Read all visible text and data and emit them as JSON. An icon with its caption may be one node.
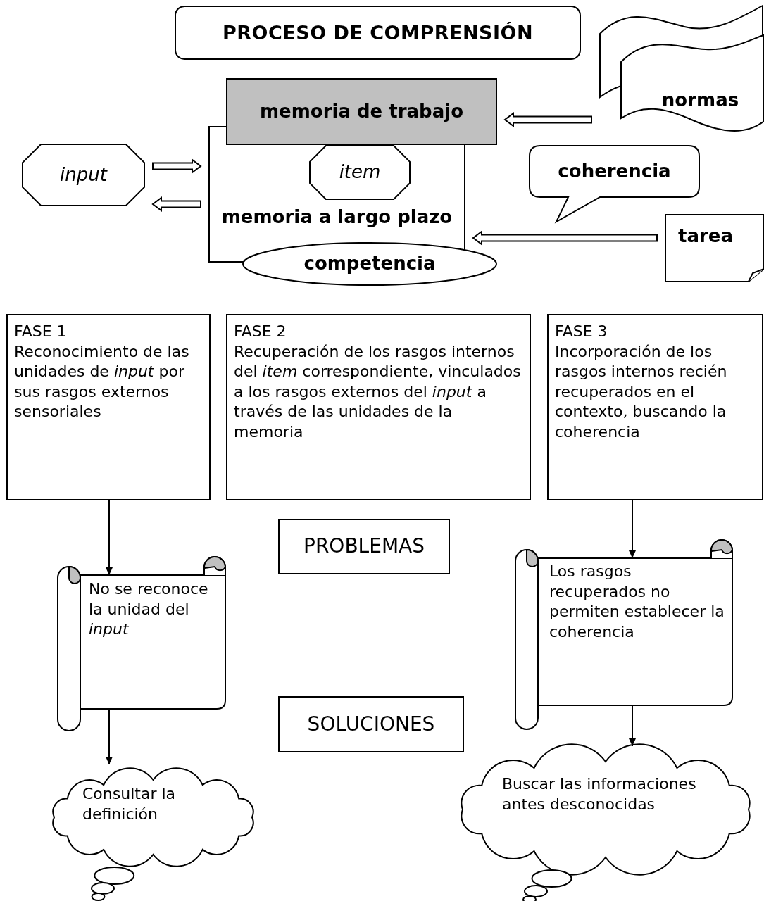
{
  "diagram": {
    "title": "PROCESO DE COMPRENSIÓN",
    "nodes": [
      {
        "text": [
          "input"
        ]
      },
      {
        "text": [
          "memoria a largo plazo"
        ]
      },
      {
        "text": [
          "memoria de trabajo"
        ]
      },
      {
        "text": [
          "item"
        ],
        "in": 1
      },
      {
        "text": [
          "competencia"
        ]
      },
      {
        "text": [
          "normas"
        ]
      },
      {
        "text": [
          "coherencia"
        ]
      },
      {
        "text": [
          "tarea"
        ]
      },
      {
        "text": [
          "FASE 1",
          "Reconocimiento de las unidades de *input* por sus rasgos externos sensoriales"
        ]
      },
      {
        "text": [
          "FASE 2",
          "Recuperación de los rasgos internos del *item* correspondiente, vinculados a los rasgos externos del *input* a través de las unidades de la memoria"
        ]
      },
      {
        "text": [
          "FASE 3",
          "Incorporación de los rasgos internos recién recuperados en el contexto, buscando la coherencia"
        ]
      },
      {
        "text": [
          "PROBLEMAS"
        ]
      },
      {
        "text": [
          "No se reconoce la unidad del *input*"
        ]
      },
      {
        "text": [
          "Los rasgos recuperados no permiten establecer la coherencia"
        ]
      },
      {
        "text": [
          "SOLUCIONES"
        ]
      },
      {
        "text": [
          "Consultar la definición"
        ]
      },
      {
        "text": [
          "Buscar las informaciones antes desconocidas"
        ]
      }
    ],
    "edges": [
      {
        "from": 0,
        "to": 1,
        "arrow": "to",
        "style": "thick"
      },
      {
        "from": 1,
        "to": 0,
        "arrow": "to",
        "style": "thick"
      },
      {
        "from": 5,
        "to": 2,
        "arrow": "to",
        "style": "thick"
      },
      {
        "from": 7,
        "to": 1,
        "arrow": "to",
        "style": "thick"
      },
      {
        "from": 8,
        "to": 12,
        "arrow": "to"
      },
      {
        "from": 10,
        "to": 13,
        "arrow": "to"
      },
      {
        "from": 12,
        "to": 15,
        "arrow": "to"
      },
      {
        "from": 13,
        "to": 16,
        "arrow": "to"
      }
    ]
  }
}
